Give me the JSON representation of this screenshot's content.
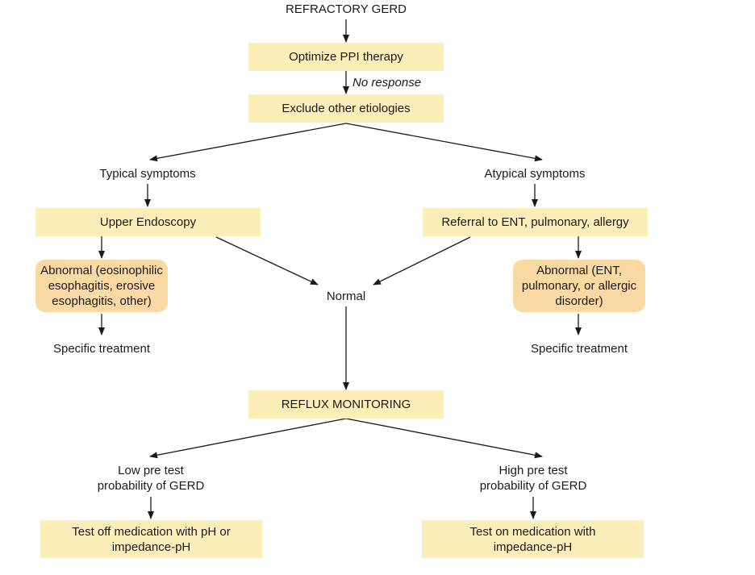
{
  "colors": {
    "box_fill": "#fbeeb8",
    "rounded_box_fill": "#fbd9a2",
    "arrow": "#1a1a1a",
    "text": "#1a1a1a"
  },
  "nodes": {
    "start": "REFRACTORY GERD",
    "optimize": "Optimize PPI therapy",
    "no_response": "No response",
    "exclude": "Exclude other etiologies",
    "typical": "Typical symptoms",
    "atypical": "Atypical symptoms",
    "endoscopy": "Upper Endoscopy",
    "referral": "Referral to ENT, pulmonary, allergy",
    "abnormal_left": "Abnormal (eosinophilic\nesophagitis, erosive\nesophagitis, other)",
    "abnormal_right": "Abnormal (ENT,\npulmonary, or allergic\ndisorder)",
    "normal": "Normal",
    "treatment_left": "Specific treatment",
    "treatment_right": "Specific treatment",
    "reflux": "REFLUX MONITORING",
    "low_prob": "Low pre test\nprobability of GERD",
    "high_prob": "High pre test\nprobability of GERD",
    "test_off": "Test off medication with pH or\nimpedance-pH",
    "test_on": "Test on medication with\nimpedance-pH"
  }
}
